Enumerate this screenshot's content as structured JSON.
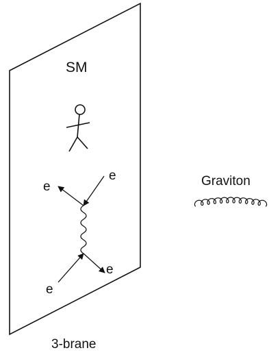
{
  "labels": {
    "sm": "SM",
    "electron_top_left": "e",
    "electron_top_right": "e",
    "electron_bottom_left": "e",
    "electron_bottom_right": "e",
    "graviton": "Graviton",
    "brane": "3-brane"
  }
}
